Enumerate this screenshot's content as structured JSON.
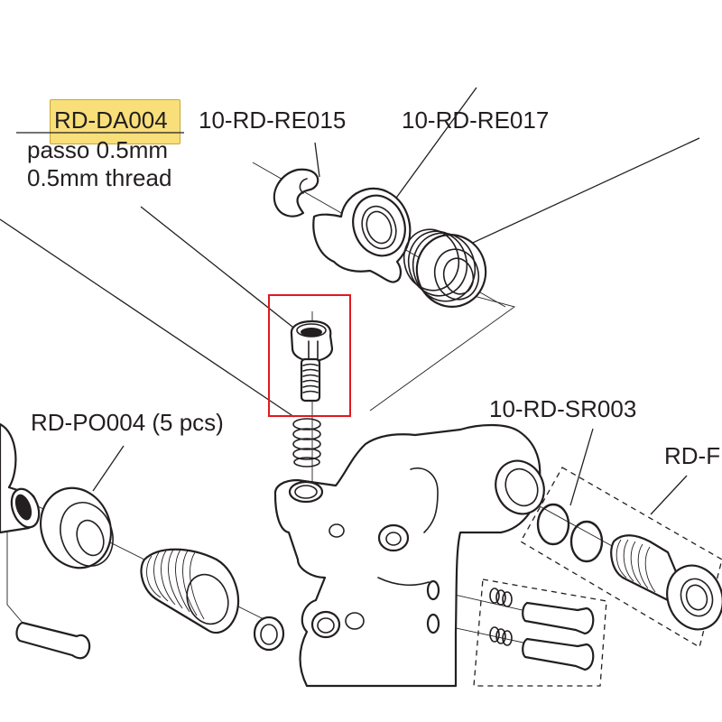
{
  "diagram": {
    "type": "exploded-parts-diagram",
    "subject": "rear derailleur",
    "colors": {
      "highlight_fill": "#f9df7a",
      "highlight_border": "#c9a633",
      "selection_box": "#e0191f",
      "ink": "#231f20",
      "background": "#ffffff"
    },
    "labels": {
      "rd_da004": "RD-DA004",
      "rd_da004_note_it": "passo 0.5mm",
      "rd_da004_note_en": "0.5mm thread",
      "re015": "10-RD-RE015",
      "re017": "10-RD-RE017",
      "po004": "RD-PO004 (5 pcs)",
      "sr003": "10-RD-SR003",
      "rd_partial": "RD-F"
    },
    "highlighted_part": "RD-DA004",
    "parts": [
      {
        "code": "RD-DA004",
        "description": "adjuster bolt",
        "note": "0.5mm thread",
        "selected": true
      },
      {
        "code": "10-RD-RE015",
        "description": "E-clip"
      },
      {
        "code": "10-RD-RE017",
        "description": "bushing"
      },
      {
        "code": "RD-PO004",
        "description": "pulley cap",
        "quantity": "5 pcs"
      },
      {
        "code": "10-RD-SR003",
        "description": "O-rings"
      },
      {
        "code": "RD-F",
        "description": "pivot bolt kit (label cut off)"
      }
    ]
  }
}
